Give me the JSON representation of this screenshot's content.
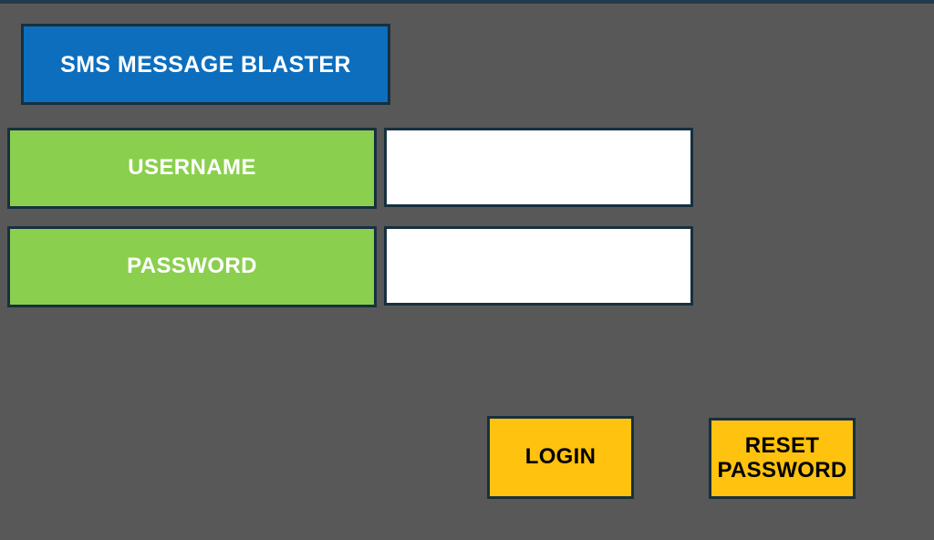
{
  "app": {
    "background_color": "#585858",
    "top_strip_color": "#22394b",
    "border_color": "#17303f"
  },
  "header": {
    "title": "SMS MESSAGE BLASTER",
    "background_color": "#0c6ebd",
    "text_color": "#ffffff"
  },
  "form": {
    "label_background_color": "#8bcf4e",
    "label_text_color": "#ffffff",
    "fields": [
      {
        "label": "USERNAME",
        "value": "",
        "placeholder": ""
      },
      {
        "label": "PASSWORD",
        "value": "",
        "placeholder": ""
      }
    ]
  },
  "actions": {
    "button_background_color": "#ffc20e",
    "button_text_color": "#000000",
    "login_label": "LOGIN",
    "reset_label_line1": "RESET",
    "reset_label_line2": "PASSWORD"
  }
}
